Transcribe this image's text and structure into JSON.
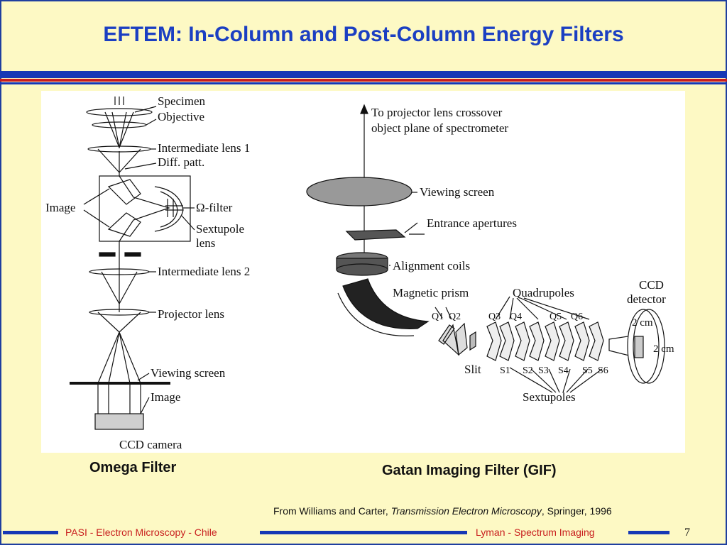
{
  "slide": {
    "title": "EFTEM:  In-Column and Post-Column Energy Filters",
    "caption_left": "Omega Filter",
    "caption_right": "Gatan Imaging Filter (GIF)",
    "source_prefix": "From Williams and Carter, ",
    "source_book": "Transmission Electron Microscopy",
    "source_suffix": ", Springer, 1996",
    "footer_left": "PASI - Electron Microscopy - Chile",
    "footer_right": "Lyman - Spectrum Imaging",
    "page_number": "7"
  },
  "omega": {
    "specimen": "Specimen",
    "objective": "Objective",
    "intermediate1": "Intermediate lens 1",
    "diff_patt": "Diff. patt.",
    "image": "Image",
    "omega_filter": "Ω-filter",
    "sextupole": "Sextupole",
    "lens": "lens",
    "intermediate2": "Intermediate lens 2",
    "projector": "Projector lens",
    "viewing_screen": "Viewing screen",
    "image_bottom": "Image",
    "ccd_camera": "CCD camera"
  },
  "gif": {
    "to_projector": "To projector lens crossover",
    "object_plane": "object plane of spectrometer",
    "viewing_screen": "Viewing screen",
    "entrance_apertures": "Entrance apertures",
    "alignment_coils": "Alignment coils",
    "magnetic_prism": "Magnetic prism",
    "quadrupoles": "Quadrupoles",
    "ccd": "CCD",
    "detector": "detector",
    "q_labels": [
      "Q1",
      "Q2",
      "Q3",
      "Q4",
      "Q5",
      "Q6"
    ],
    "s_labels": [
      "S1",
      "S2",
      "S3",
      "S4",
      "S5",
      "S6"
    ],
    "slit": "Slit",
    "sextupoles": "Sextupoles",
    "dim1": "2 cm",
    "dim2": "2 cm"
  }
}
